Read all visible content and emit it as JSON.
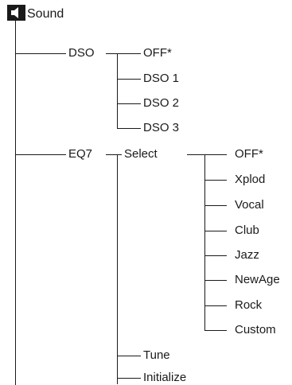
{
  "menu": {
    "title": "Sound",
    "title_icon": "speaker-icon",
    "items": [
      {
        "label": "DSO",
        "options": [
          "OFF*",
          "DSO 1",
          "DSO 2",
          "DSO 3"
        ]
      },
      {
        "label": "EQ7",
        "children": [
          {
            "label": "Select",
            "options": [
              "OFF*",
              "Xplod",
              "Vocal",
              "Club",
              "Jazz",
              "NewAge",
              "Rock",
              "Custom"
            ]
          },
          {
            "label": "Tune"
          },
          {
            "label": "Initialize"
          }
        ]
      }
    ]
  }
}
